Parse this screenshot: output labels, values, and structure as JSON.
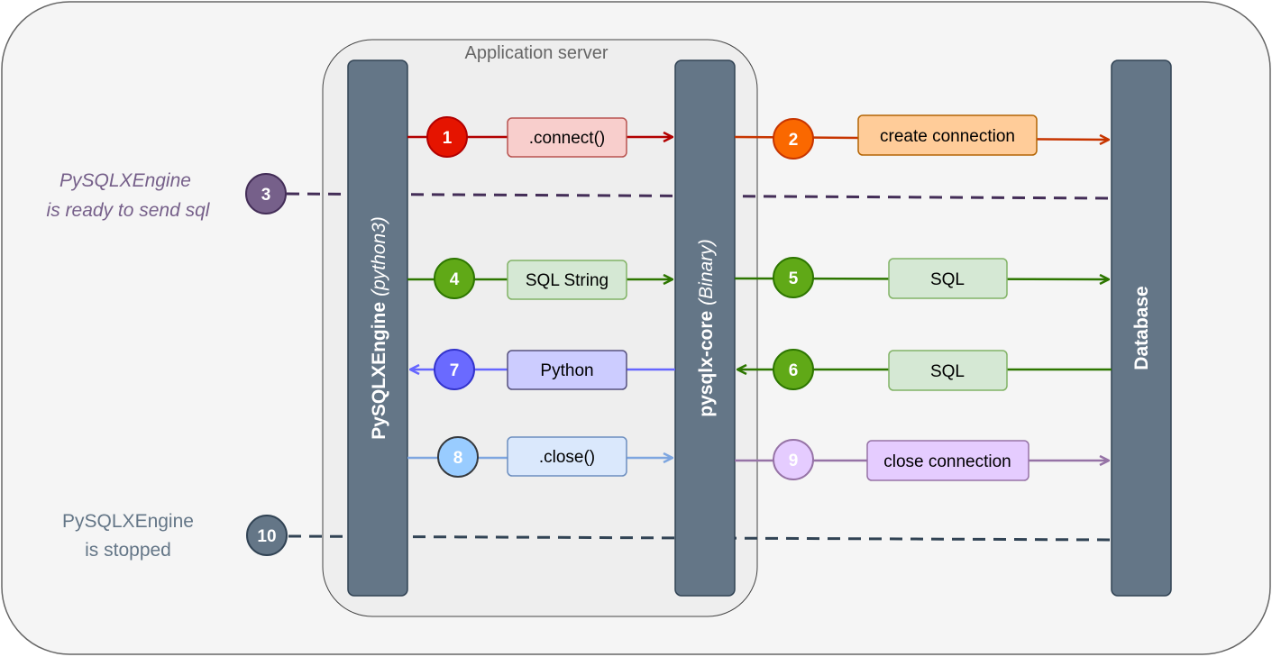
{
  "title": "Application server",
  "lanes": {
    "engine": {
      "name": "PySQLXEngine",
      "detail": "(python3)"
    },
    "core": {
      "name": "pysqlx-core",
      "detail": "(Binary)"
    },
    "database": {
      "name": "Database"
    }
  },
  "status": {
    "ready_line1": "PySQLXEngine",
    "ready_line2": "is ready to send sql",
    "stopped_line1": "PySQLXEngine",
    "stopped_line2": "is stopped"
  },
  "steps": [
    {
      "num": "1",
      "label": ".connect()",
      "color": "#e51400"
    },
    {
      "num": "2",
      "label": "create connection",
      "color": "#fa6800"
    },
    {
      "num": "3",
      "label": "",
      "color": "#76608a"
    },
    {
      "num": "4",
      "label": "SQL String",
      "color": "#60a917"
    },
    {
      "num": "5",
      "label": "SQL",
      "color": "#60a917"
    },
    {
      "num": "6",
      "label": "SQL",
      "color": "#60a917"
    },
    {
      "num": "7",
      "label": "Python",
      "color": "#6a6aff"
    },
    {
      "num": "8",
      "label": ".close()",
      "color": "#99ccff"
    },
    {
      "num": "9",
      "label": "close connection",
      "color": "#e5ccff"
    },
    {
      "num": "10",
      "label": "",
      "color": "#647687"
    }
  ]
}
